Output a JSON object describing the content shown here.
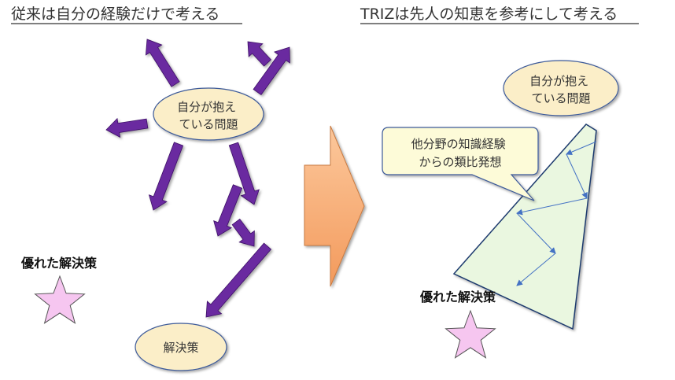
{
  "left": {
    "title": "従来は自分の経験だけで考える",
    "problem": [
      "自分が抱え",
      "ている問題"
    ],
    "solution": "解決策",
    "better_solution": "優れた解決策"
  },
  "right": {
    "title": "TRIZは先人の知恵を参考にして考える",
    "problem": [
      "自分が抱え",
      "ている問題"
    ],
    "callout": [
      "他分野の知識経験",
      "からの類比発想"
    ],
    "better_solution": "優れた解決策"
  },
  "colors": {
    "arrow": "#6a2aa0",
    "bubble_fill": "#fbeec8",
    "bubble_stroke": "#3c5a99",
    "callout_fill": "#fdfbd8",
    "triangle_fill": "#eaf7e0",
    "zigzag": "#4472c4",
    "big_arrow": "#f8b27e",
    "star": "#f6c6f0"
  }
}
